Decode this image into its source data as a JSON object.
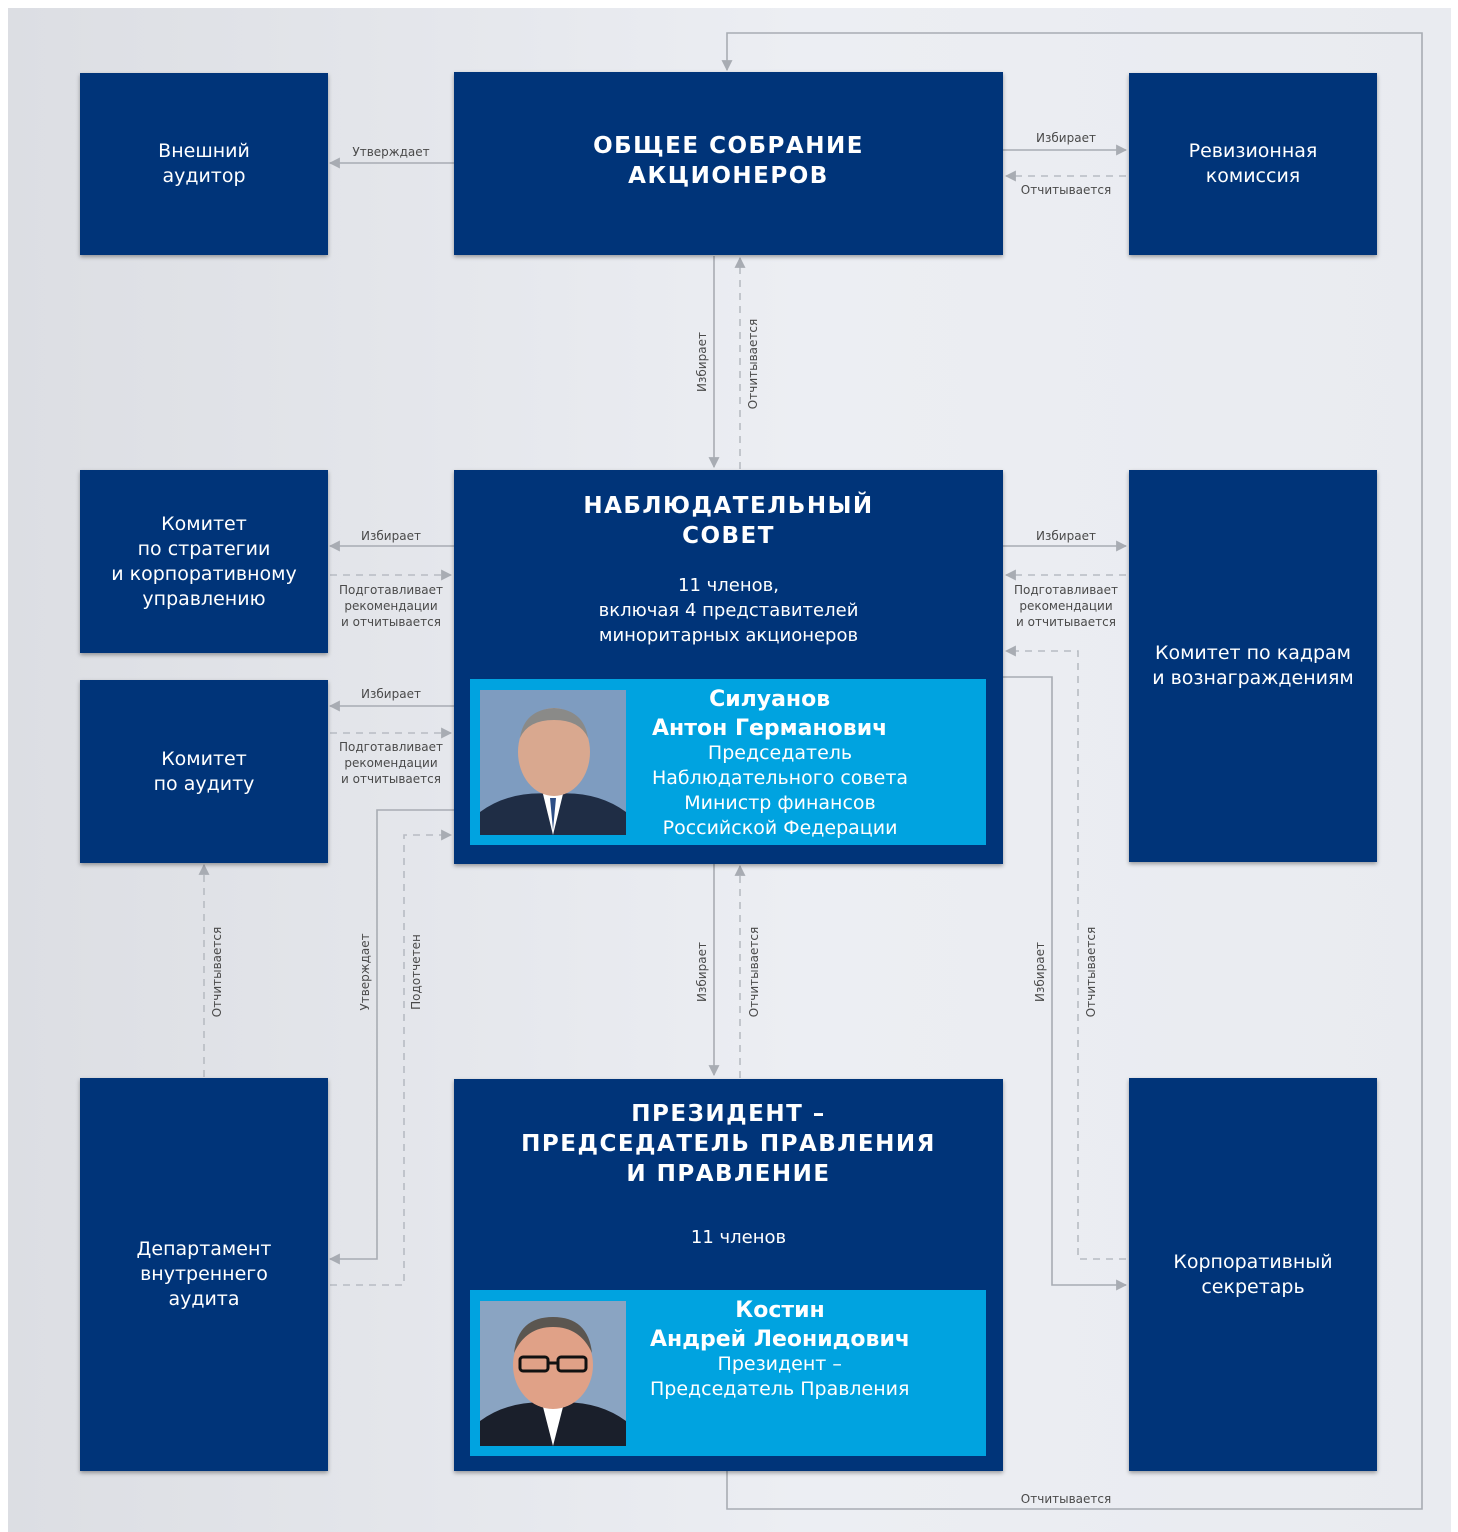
{
  "boxes": {
    "external_auditor": "Внешний\nаудитор",
    "audit_commission": "Ревизионная\nкомиссия",
    "strategy_committee": "Комитет\nпо стратегии\nи корпоративному\nуправлению",
    "audit_committee": "Комитет\nпо аудиту",
    "hr_committee": "Комитет по кадрам\nи вознаграждениям",
    "internal_audit": "Департамент\nвнутреннего\nаудита",
    "corporate_secretary": "Корпоративный\nсекретарь"
  },
  "general_meeting": {
    "title": "ОБЩЕЕ СОБРАНИЕ\nАКЦИОНЕРОВ"
  },
  "supervisory_board": {
    "title": "НАБЛЮДАТЕЛЬНЫЙ\nСОВЕТ",
    "subtitle": "11 членов,\nвключая 4 представителей\nминоритарных акционеров",
    "chair": {
      "name": "Силуанов\nАнтон Германович",
      "role": "Председатель\nНаблюдательного совета\nМинистр финансов\nРоссийской Федерации"
    }
  },
  "management": {
    "title": "ПРЕЗИДЕНТ –\nПРЕДСЕДАТЕЛЬ ПРАВЛЕНИЯ\nИ ПРАВЛЕНИЕ",
    "subtitle": "11 членов",
    "head": {
      "name": "Костин\nАндрей Леонидович",
      "role": "Президент –\nПредседатель Правления"
    }
  },
  "connector_labels": {
    "approves": "Утверждает",
    "elects": "Избирает",
    "reports": "Отчитывается",
    "prepares": "Подготавливает\nрекомендации\nи отчитывается",
    "accountable": "Подотчетен"
  },
  "colors": {
    "box": "#003479",
    "highlight": "#00a3e0",
    "solid_line": "#a8acb3",
    "dashed_line": "#b8bcc3"
  }
}
